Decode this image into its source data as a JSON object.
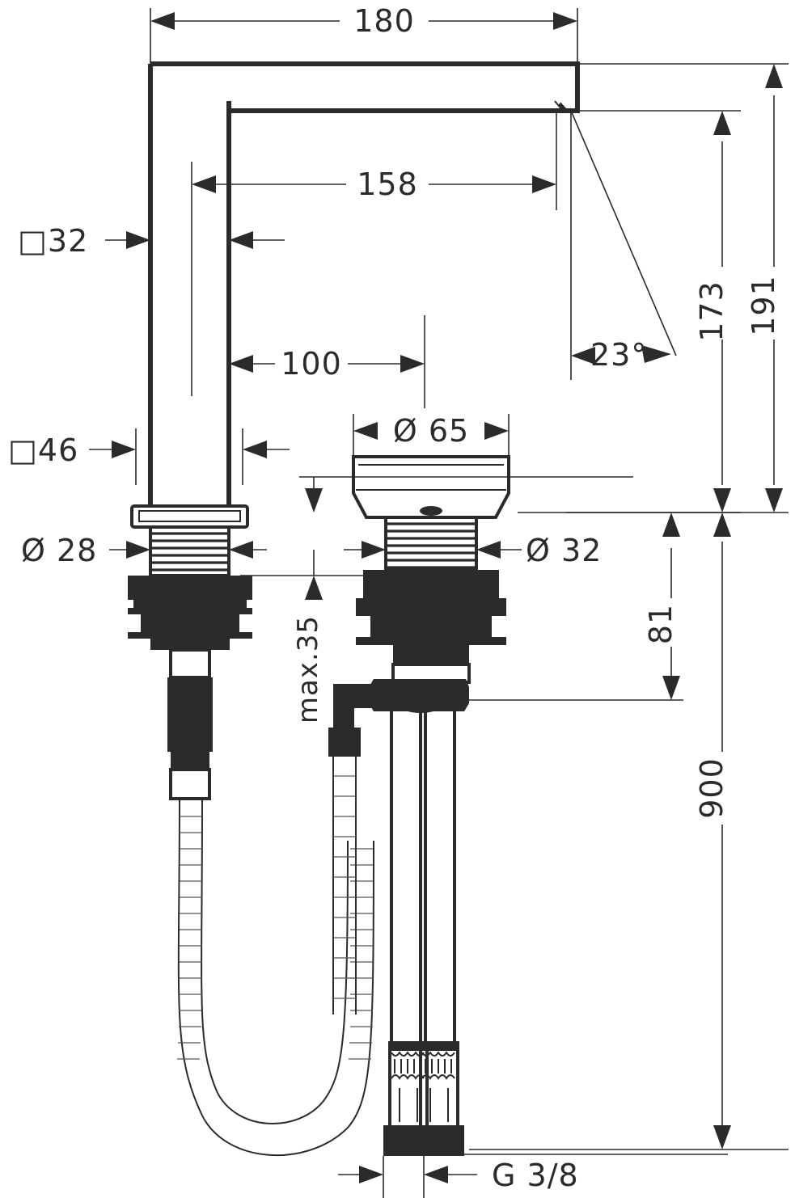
{
  "drawing": {
    "type": "technical-dimension-drawing",
    "subject": "single-lever basin mixer with separate valve and flexible hoses",
    "units": "mm",
    "line_color": "#2b2b2b",
    "background_color": "#ffffff"
  },
  "dimensions": {
    "spout_total_reach": {
      "label": "180",
      "orientation": "horizontal",
      "position": "top"
    },
    "spout_inner_reach": {
      "label": "158",
      "orientation": "horizontal",
      "position": "upper-middle"
    },
    "spout_offset": {
      "label": "100",
      "orientation": "horizontal",
      "position": "middle"
    },
    "spout_width_upper": {
      "label": "32",
      "prefix_symbol": "square",
      "display": "□32",
      "orientation": "horizontal",
      "position": "left-upper"
    },
    "spout_width_lower": {
      "label": "46",
      "prefix_symbol": "square",
      "display": "□46",
      "orientation": "horizontal",
      "position": "left-lower"
    },
    "spout_shank_diameter": {
      "label": "28",
      "prefix_symbol": "diameter",
      "display": "Ø 28",
      "orientation": "horizontal",
      "position": "left-base"
    },
    "valve_cap_diameter": {
      "label": "65",
      "prefix_symbol": "diameter",
      "display": "Ø 65",
      "orientation": "horizontal",
      "position": "center-above-valve"
    },
    "valve_shank_diameter": {
      "label": "32",
      "prefix_symbol": "diameter",
      "display": "Ø 32",
      "orientation": "horizontal",
      "position": "center-right-of-valve"
    },
    "outlet_angle": {
      "label": "23",
      "suffix_symbol": "degree",
      "display": "23°",
      "orientation": "angular",
      "position": "right-of-spout"
    },
    "spout_height_inner": {
      "label": "173",
      "orientation": "vertical",
      "position": "right"
    },
    "spout_height_total": {
      "label": "191",
      "orientation": "vertical",
      "position": "far-right"
    },
    "valve_below_deck": {
      "label": "81",
      "orientation": "vertical",
      "position": "right-lower"
    },
    "hose_length": {
      "label": "900",
      "orientation": "vertical",
      "position": "far-right-lower"
    },
    "max_deck_thickness": {
      "label": "max.35",
      "orientation": "vertical",
      "position": "center-left-of-valve"
    },
    "connection_thread": {
      "label": "G 3/8",
      "orientation": "horizontal",
      "position": "bottom"
    }
  },
  "symbols": {
    "diameter": "Ø",
    "square": "□",
    "degree": "°"
  }
}
